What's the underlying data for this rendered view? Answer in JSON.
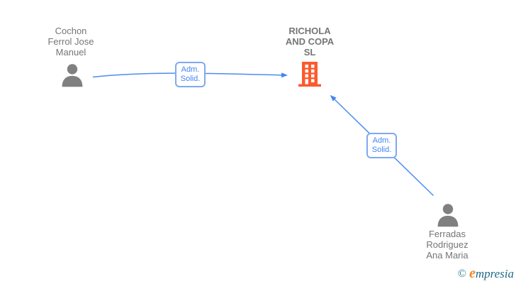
{
  "diagram": {
    "person1": {
      "lines": [
        "Cochon",
        "Ferrol Jose",
        "Manuel"
      ]
    },
    "company": {
      "lines": [
        "RICHOLA",
        "AND COPA",
        "SL"
      ]
    },
    "person2": {
      "lines": [
        "Ferradas",
        "Rodriguez",
        "Ana Maria"
      ]
    },
    "edge1": {
      "label": [
        "Adm.",
        "Solid."
      ]
    },
    "edge2": {
      "label": [
        "Adm.",
        "Solid."
      ]
    },
    "colors": {
      "person_icon": "#808080",
      "company_icon": "#FB5B2D",
      "node_text": "#757575",
      "edge_line": "#4D8DF0",
      "edge_arrowhead": "#4285F4",
      "edge_label_text": "#4285F4",
      "edge_label_border": "#7FA9F0",
      "brand_teal": "#1C6A85",
      "brand_orange": "#F0862A"
    }
  },
  "footer": {
    "copyright_symbol": "©",
    "brand_initial": "e",
    "brand_rest": "mpresia"
  }
}
